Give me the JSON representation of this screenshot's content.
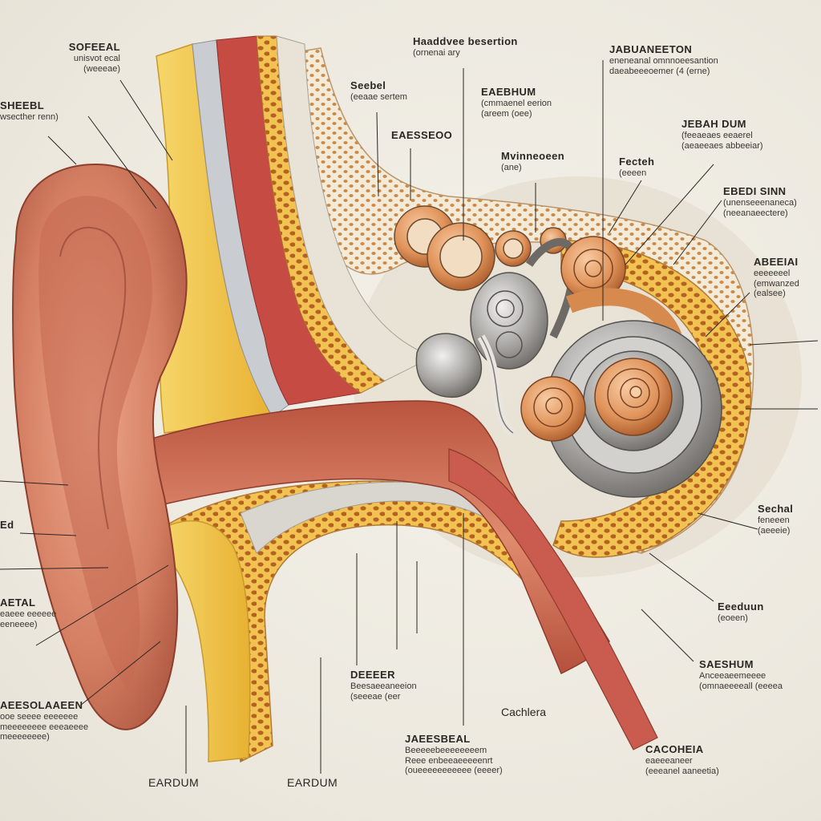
{
  "labels": [
    {
      "title": "Sofeeal",
      "sub": [
        "unisvot ecal",
        "(weeeae)"
      ]
    },
    {
      "title": "Sheebl",
      "sub": [
        "wsecther renn)"
      ]
    },
    {
      "title": "Haaddvee besertion",
      "sub": [
        "(ornenai ary"
      ]
    },
    {
      "title": "Seebel",
      "sub": [
        "(eeaae sertem"
      ]
    },
    {
      "title": "Eaesseoo",
      "sub": []
    },
    {
      "title": "Eaebhum",
      "sub": [
        "(cmmaenel eerion",
        "(areem (oee)"
      ]
    },
    {
      "title": "Mvinneoeen",
      "sub": [
        "(ane)"
      ]
    },
    {
      "title": "Jabuaneeton",
      "sub": [
        "eneneanal omnnoeesantion",
        "daeabeeeoemer (4 (erne)"
      ]
    },
    {
      "title": "Jebah Dum",
      "sub": [
        "(feeaeaes eeaerel",
        "(aeaeeaes abbeeiar)"
      ]
    },
    {
      "title": "Fecteh",
      "sub": [
        "(eeeen"
      ]
    },
    {
      "title": "Ebedi Sinn",
      "sub": [
        "(unenseeenaneca)",
        "(neeanaeectere)"
      ]
    },
    {
      "title": "Abeeiai",
      "sub": [
        "eeeeeeel",
        "(emwanzed",
        "(ealsee)"
      ]
    },
    {
      "title": "Sechal",
      "sub": [
        "feneeen",
        "(aeeeie)"
      ]
    },
    {
      "title": "Eeeduun",
      "sub": [
        "(eoeen)"
      ]
    },
    {
      "title": "Saeshum",
      "sub": [
        "Anceeaeemeeee",
        "(omnaeeeeall (eeeea"
      ]
    },
    {
      "title": "Cachlera",
      "sub": []
    },
    {
      "title": "Cacoheia",
      "sub": [
        "eaeeeaneer",
        "(eeeanel aaneetia)"
      ]
    },
    {
      "title": "Jaeesbeal",
      "sub": [
        "Beeeeebeeeeeeeem",
        "Reee enbeeaeeeeenrt",
        "(oueeeeeeeeeee (eeeer)"
      ]
    },
    {
      "title": "Deeeer",
      "sub": [
        "Beesaeeaneeion",
        "(seeeae (eer"
      ]
    },
    {
      "title": "Eardum",
      "sub": []
    },
    {
      "title": "Eardum",
      "sub": []
    },
    {
      "title": "Aeesolaaeen",
      "sub": [
        "ooe seeee eeeeeee",
        "meeeeeeee eeeaeeee",
        "meeeeeeee)"
      ]
    },
    {
      "title": "Aetal",
      "sub": [
        "eaeee eeeeee",
        "eeneeee)"
      ]
    },
    {
      "title": "Ed",
      "sub": []
    }
  ],
  "colors": {
    "background": "#efece3",
    "skin": "#d98a6e",
    "skin_dark": "#a9533e",
    "muscle": "#c7504a",
    "fat": "#f0c24a",
    "bone": "#e8a53a",
    "cochlea": "#e4955c",
    "gray_tissue": "#a9a7a4",
    "ink": "#2a2622"
  }
}
